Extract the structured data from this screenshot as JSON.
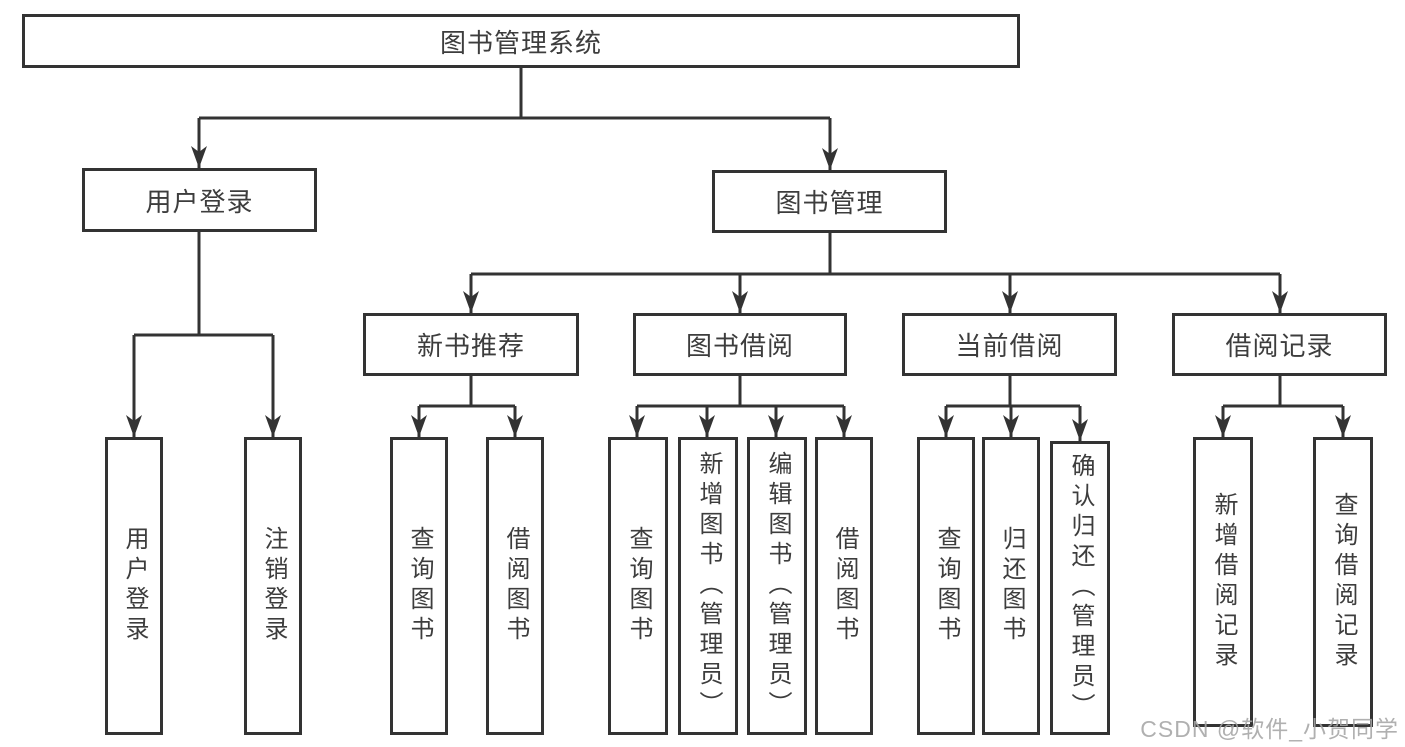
{
  "watermark": "CSDN @软件_小贺同学",
  "colors": {
    "line": "#333333",
    "text": "#3d3d3d",
    "watermark": "#a5a5a5"
  },
  "tree": {
    "root": {
      "label": "图书管理系统"
    },
    "branches": [
      {
        "label": "用户登录",
        "children": [
          {
            "label": "用户登录"
          },
          {
            "label": "注销登录"
          }
        ]
      },
      {
        "label": "图书管理",
        "children": [
          {
            "label": "新书推荐",
            "children": [
              {
                "label": "查询图书"
              },
              {
                "label": "借阅图书"
              }
            ]
          },
          {
            "label": "图书借阅",
            "children": [
              {
                "label": "查询图书"
              },
              {
                "label": "新增图书（管理员）"
              },
              {
                "label": "编辑图书（管理员）"
              },
              {
                "label": "借阅图书"
              }
            ]
          },
          {
            "label": "当前借阅",
            "children": [
              {
                "label": "查询图书"
              },
              {
                "label": "归还图书"
              },
              {
                "label": "确认归还（管理员）"
              }
            ]
          },
          {
            "label": "借阅记录",
            "children": [
              {
                "label": "新增借阅记录"
              },
              {
                "label": "查询借阅记录"
              }
            ]
          }
        ]
      }
    ]
  }
}
